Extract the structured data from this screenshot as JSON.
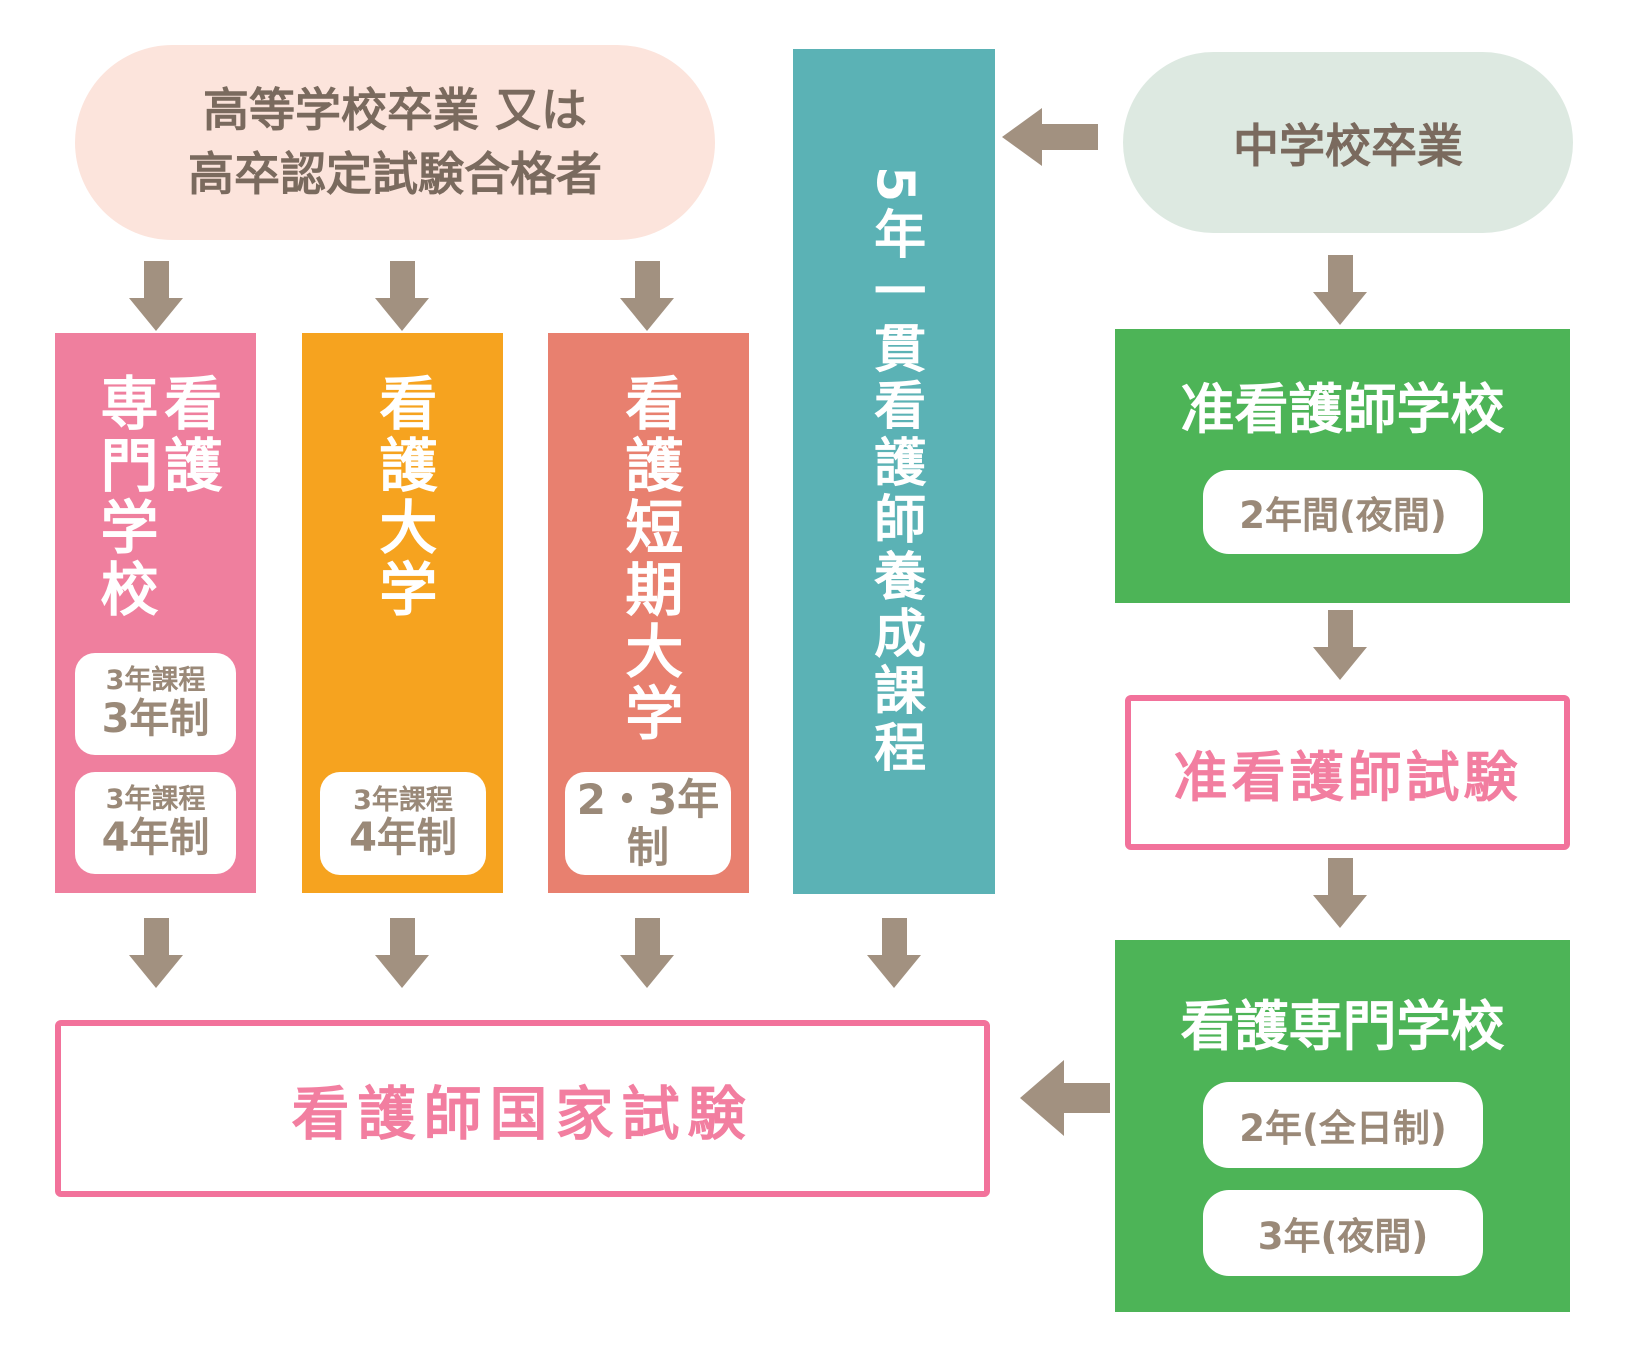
{
  "nodes": {
    "high_school": {
      "line1": "高等学校卒業 又は",
      "line2": "高卒認定試験合格者"
    },
    "junior_high": {
      "label": "中学校卒業"
    },
    "five_year_course": {
      "label": "5年一貫看護師養成課程"
    },
    "vocational": {
      "title_right": "看護",
      "title_left": "専門学校",
      "box1_small": "3年課程",
      "box1_large": "3年制",
      "box2_small": "3年課程",
      "box2_large": "4年制"
    },
    "university": {
      "title": "看護大学",
      "box_small": "3年課程",
      "box_large": "4年制"
    },
    "junior_college": {
      "title": "看護短期大学",
      "box_label": "2・3年制"
    },
    "assistant_school": {
      "title": "准看護師学校",
      "duration": "2年間(夜間)"
    },
    "assistant_exam": {
      "label": "准看護師試験"
    },
    "nursing_school": {
      "title": "看護専門学校",
      "duration_1": "2年(全日制)",
      "duration_2": "3年(夜間)"
    },
    "national_exam": {
      "label": "看護師国家試験"
    }
  },
  "colors": {
    "pink_column": "#EF7F9E",
    "orange_column": "#F6A31F",
    "salmon_column": "#E8806F",
    "teal_column": "#5BB2B5",
    "green_box": "#4DB457",
    "pink_accent_border": "#F2729B",
    "pink_accent_text": "#F27EA0",
    "arrow_brown": "#A29180",
    "pill_text_brown": "#7A6A5E",
    "box_text_brown": "#9A8978",
    "high_school_pill_bg": "#FCE4DC",
    "junior_high_pill_bg": "#DDE9E1"
  }
}
